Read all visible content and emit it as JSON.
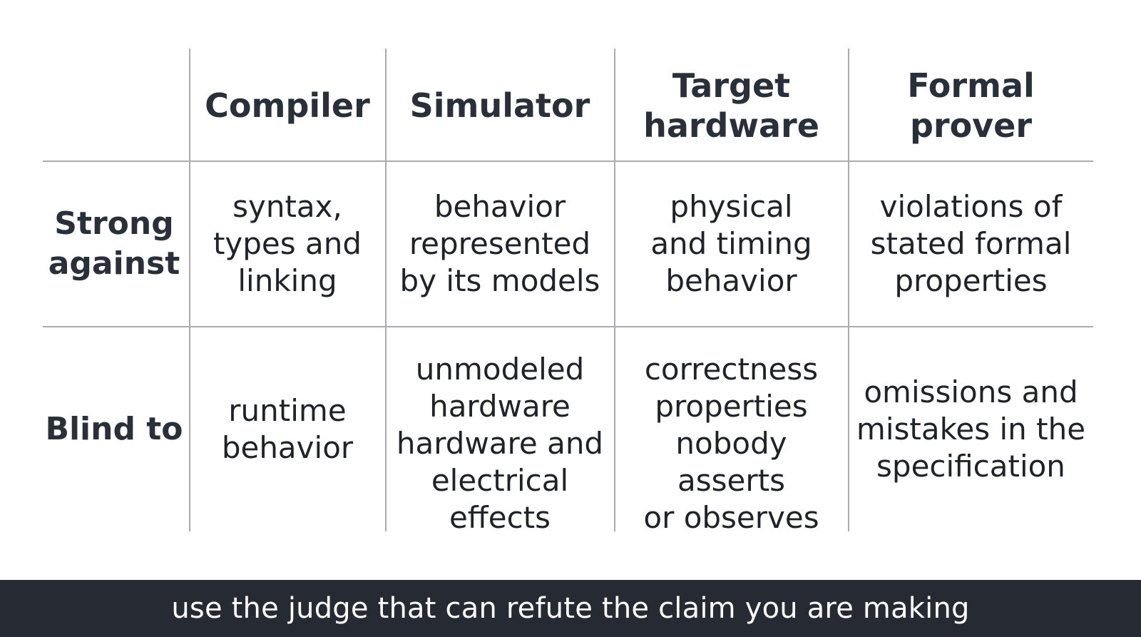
{
  "table": {
    "columns": [
      "Compiler",
      "Simulator",
      "Target\nhardware",
      "Formal\nprover"
    ],
    "rows": [
      {
        "label": "Strong\nagainst",
        "cells": [
          "syntax,\ntypes and\nlinking",
          "behavior\nrepresented\nby its models",
          "physical\nand timing\nbehavior",
          "violations of\nstated formal\nproperties"
        ]
      },
      {
        "label": "Blind to",
        "cells": [
          "runtime\nbehavior",
          "unmodeled\nhardware\nhardware and\nelectrical\neffects",
          "correctness\nproperties\nnobody\nasserts\nor observes",
          "omissions and\nmistakes in the\nspecification"
        ]
      }
    ]
  },
  "caption": {
    "text": "use the judge that can refute the claim you are making"
  },
  "colors": {
    "grid_line": "#a9adb2",
    "caption_background": "#262b33",
    "caption_text": "#ffffff",
    "heading_text": "#2a303a"
  }
}
